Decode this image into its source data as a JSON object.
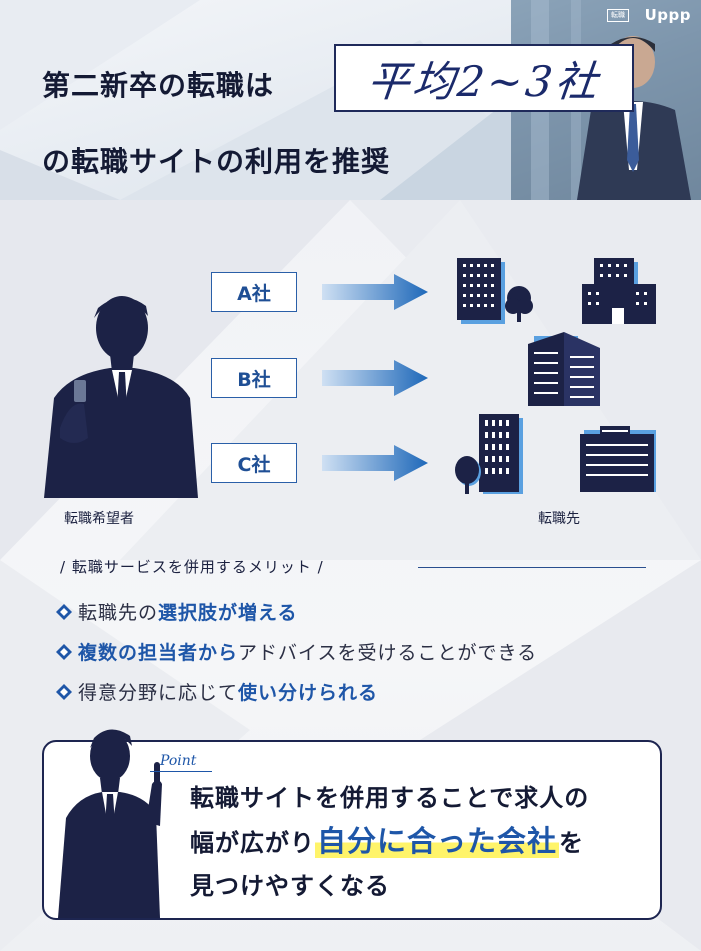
{
  "brand": {
    "logo_text": "Uppp",
    "logo_badge": "転職"
  },
  "header": {
    "line1": "第二新卒の転職は",
    "highlight": "平均2~3社",
    "line2": "の転職サイトの利用を推奨"
  },
  "diagram": {
    "companies": [
      {
        "label": "A社"
      },
      {
        "label": "B社"
      },
      {
        "label": "C社"
      }
    ],
    "seeker_caption": "転職希望者",
    "destination_caption": "転職先"
  },
  "merits": {
    "title": "転職サービスを併用するメリット",
    "items": [
      {
        "pre": "転職先の",
        "em": "選択肢が増える",
        "post": ""
      },
      {
        "pre": "",
        "em": "複数の担当者から",
        "post": "アドバイスを受けることができる"
      },
      {
        "pre": "得意分野に応じて",
        "em": "使い分けられる",
        "post": ""
      }
    ]
  },
  "point": {
    "label": "Point",
    "line1": "転職サイトを併用することで求人の",
    "line2_pre": "幅が広がり",
    "line2_em": "自分に合った会社",
    "line2_post": "を",
    "line3": "見つけやすくなる"
  },
  "colors": {
    "navy": "#1b2140",
    "accent_blue": "#1e56a8",
    "highlight_yellow": "#fff46a"
  }
}
